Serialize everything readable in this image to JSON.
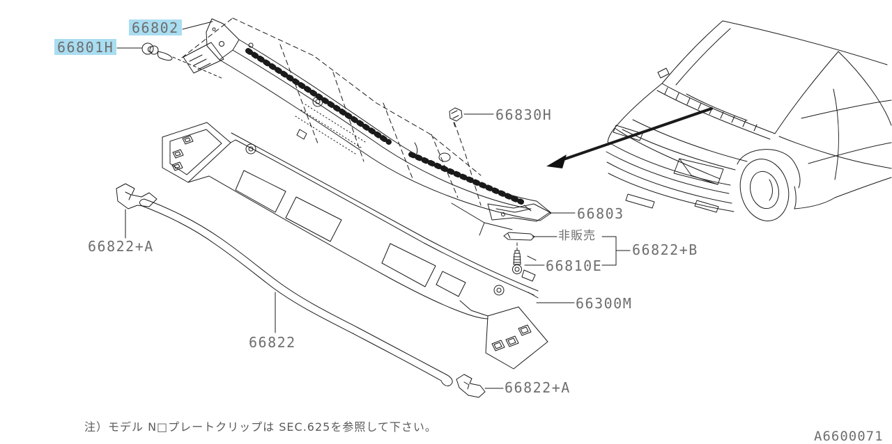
{
  "document": {
    "note": "注）モデル N□プレートクリップは SEC.625を参照して下さい。",
    "drawing_number": "A6600071"
  },
  "colors": {
    "highlight_background": "#A9DDF1",
    "label_text": "#6E6E6E",
    "line": "#1A1A1A"
  },
  "callouts": [
    {
      "part": "66802",
      "text": "66802",
      "highlighted": true
    },
    {
      "part": "66801H",
      "text": "66801H",
      "highlighted": true
    },
    {
      "part": "66830H",
      "text": "66830H",
      "highlighted": false
    },
    {
      "part": "66803",
      "text": "66803",
      "highlighted": false
    },
    {
      "part": "not-for-sale",
      "text": "非販売",
      "highlighted": false
    },
    {
      "part": "66822+B",
      "text": "66822+B",
      "highlighted": false
    },
    {
      "part": "66810E",
      "text": "66810E",
      "highlighted": false
    },
    {
      "part": "66300M",
      "text": "66300M",
      "highlighted": false
    },
    {
      "part": "66822",
      "text": "66822",
      "highlighted": false
    },
    {
      "part": "66822+A-left",
      "text": "66822+A",
      "highlighted": false
    },
    {
      "part": "66822+A-bottom",
      "text": "66822+A",
      "highlighted": false
    }
  ]
}
